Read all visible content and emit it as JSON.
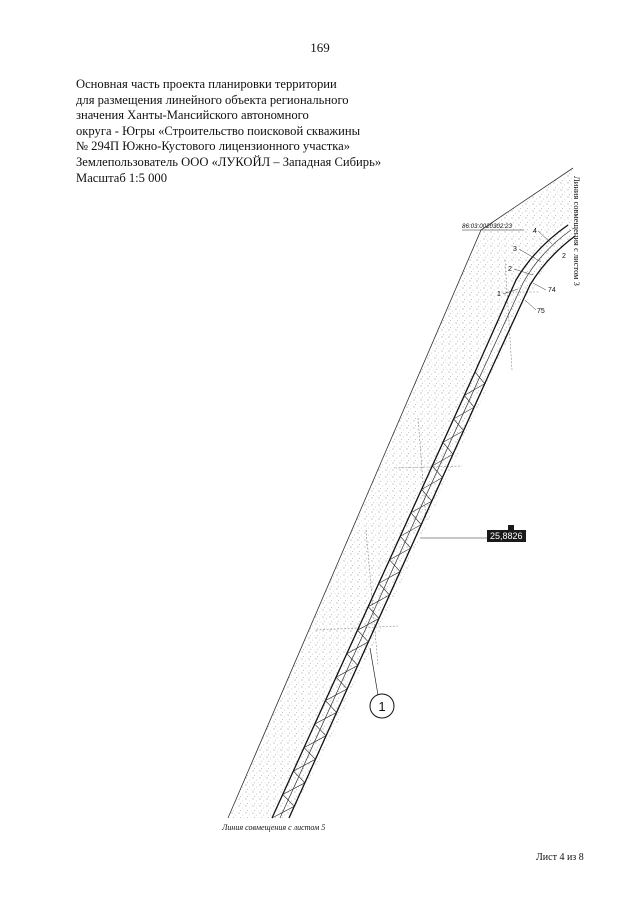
{
  "page_number": "169",
  "title_lines": [
    "Основная часть проекта планировки территории",
    "для размещения линейного объекта регионального",
    "значения Ханты-Мансийского автономного",
    "округа - Югры «Строительство поисковой скважины",
    "№ 294П Южно-Кустового лицензионного участка»",
    "Землепользователь ООО «ЛУКОЙЛ – Западная Сибирь»",
    "Масштаб 1:5 000"
  ],
  "map": {
    "cadastral_number": "86:03:0020302:23",
    "point_labels": [
      "4",
      "3",
      "2",
      "1",
      "2",
      "74",
      "75"
    ],
    "area_tag": "25,8826",
    "zone_marker": "1",
    "side_label": "Линия совмещения с листом 3",
    "bottom_label": "Линия совмещения с листом 5"
  },
  "sheet_label": "Лист 4 из 8"
}
